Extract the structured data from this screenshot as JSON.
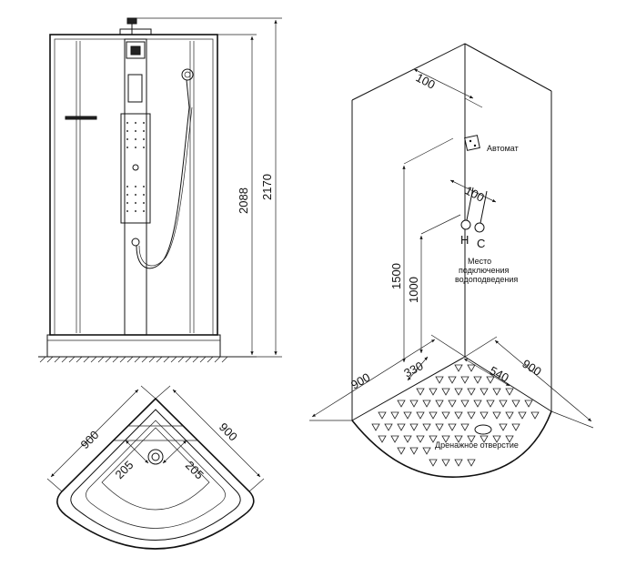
{
  "front_view": {
    "height_outer": "2170",
    "height_inner": "2088"
  },
  "install_view": {
    "dim_width_left": "900",
    "dim_width_right": "900",
    "dim_side_offset": "100",
    "dim_tap_spacing": "100",
    "dim_height_switch": "1500",
    "dim_height_water": "1000",
    "dim_drain_offset_x": "330",
    "dim_drain_offset_y": "540",
    "switch_label": "Автомат",
    "hot_label": "H",
    "cold_label": "C",
    "water_connection_label_1": "Место",
    "water_connection_label_2": "подключения",
    "water_connection_label_3": "водоподведения",
    "drain_label": "Дренажное отверстие"
  },
  "top_view": {
    "dim_left": "900",
    "dim_right": "900",
    "drain_offset_left": "205",
    "drain_offset_right": "205"
  }
}
